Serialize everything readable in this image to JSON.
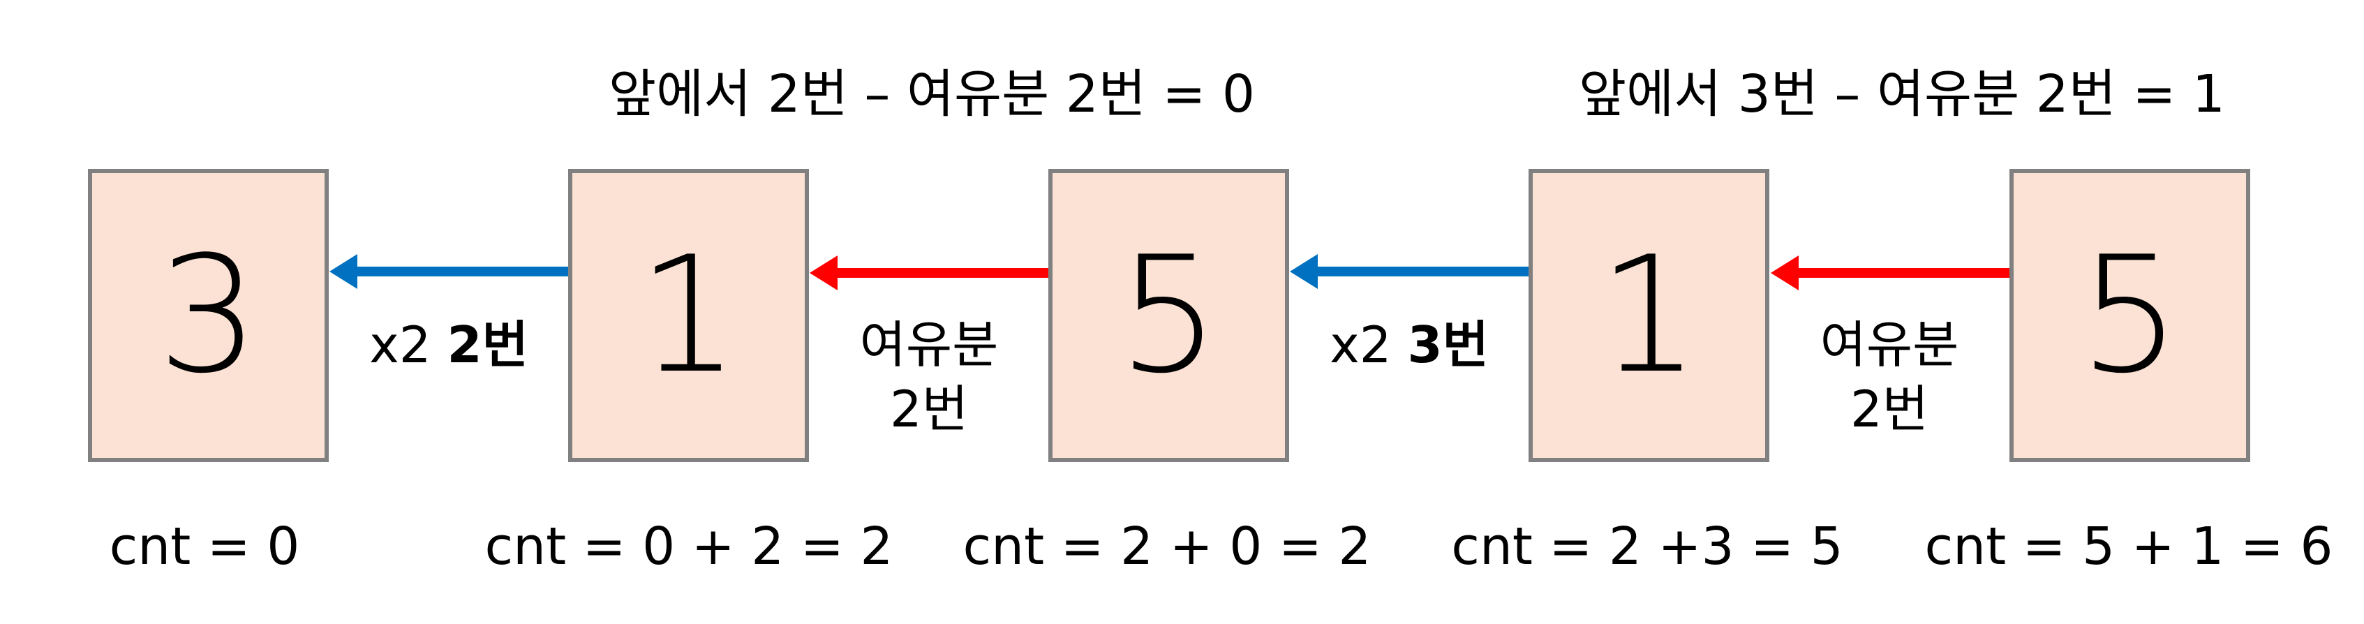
{
  "headers": [
    "앞에서 2번 – 여유분 2번 = 0",
    "앞에서 3번 – 여유분 2번 = 1"
  ],
  "boxes": [
    "3",
    "1",
    "5",
    "1",
    "5"
  ],
  "labels": [
    {
      "prefix": "x2",
      "bold": "2번",
      "color": "#0070C0"
    },
    {
      "line1": "여유분",
      "line2": "2번",
      "color": "#FF0000"
    },
    {
      "prefix": "x2",
      "bold": "3번",
      "color": "#0070C0"
    },
    {
      "line1": "여유분",
      "line2": "2번",
      "color": "#FF0000"
    }
  ],
  "cnts": [
    "cnt = 0",
    "cnt = 0 + 2 = 2",
    "cnt = 2 + 0 = 2",
    "cnt = 2 +3 = 5",
    "cnt = 5 + 1 = 6"
  ],
  "colors": {
    "box_fill": "#FBE2D5",
    "box_border": "#808080",
    "blue": "#0070C0",
    "red": "#FF0000"
  }
}
